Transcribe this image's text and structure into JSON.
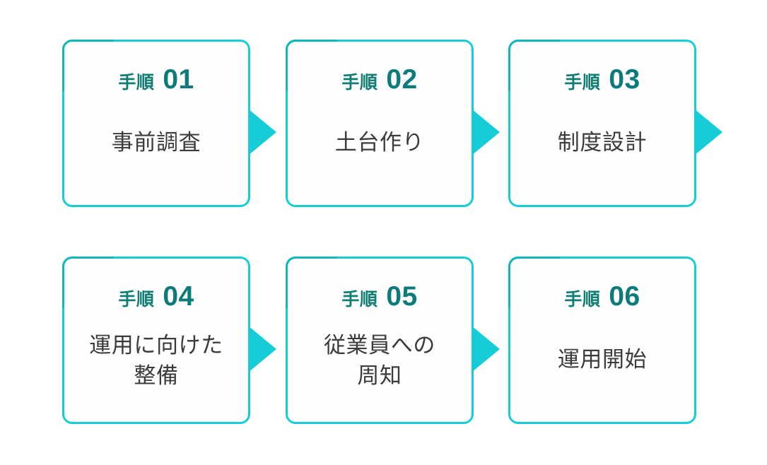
{
  "diagram": {
    "title": "6-step process flow",
    "background_color": "#ffffff",
    "accent_color": "#16cdd7",
    "label_color": "#0e7d74",
    "number_color": "#0d7b7c",
    "body_text_color": "#3b3b3b",
    "rows": [
      {
        "cards": [
          {
            "step_label": "手順",
            "step_number": "01",
            "title": "事前調査",
            "has_arrow": true,
            "arrow_icon": "arrow-right-triangle-icon"
          },
          {
            "step_label": "手順",
            "step_number": "02",
            "title": "土台作り",
            "has_arrow": true,
            "arrow_icon": "arrow-right-triangle-icon"
          },
          {
            "step_label": "手順",
            "step_number": "03",
            "title": "制度設計",
            "has_arrow": true,
            "arrow_icon": "arrow-right-triangle-icon"
          }
        ]
      },
      {
        "cards": [
          {
            "step_label": "手順",
            "step_number": "04",
            "title": "運用に向けた\n整備",
            "has_arrow": true,
            "arrow_icon": "arrow-right-triangle-icon"
          },
          {
            "step_label": "手順",
            "step_number": "05",
            "title": "従業員への\n周知",
            "has_arrow": true,
            "arrow_icon": "arrow-right-triangle-icon"
          },
          {
            "step_label": "手順",
            "step_number": "06",
            "title": "運用開始",
            "has_arrow": false,
            "arrow_icon": ""
          }
        ]
      }
    ]
  }
}
